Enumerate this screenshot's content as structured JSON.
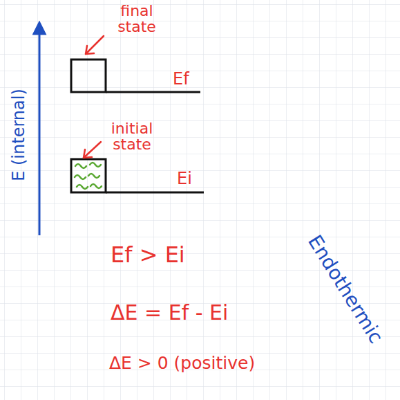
{
  "diagram": {
    "labels": [
      "final state",
      "Ef",
      "initial state",
      "Ei",
      "E (internal)",
      "Ef > Ei",
      "ΔE = Ef - Ei",
      "ΔE > 0 (positive)",
      "Endothermic"
    ]
  }
}
